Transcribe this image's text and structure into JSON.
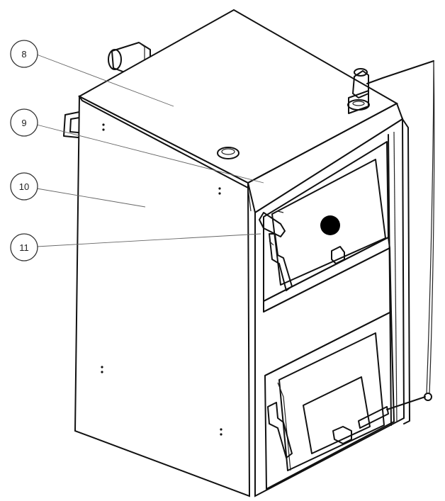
{
  "callouts": [
    {
      "id": "callout-8",
      "label": "8"
    },
    {
      "id": "callout-9",
      "label": "9"
    },
    {
      "id": "callout-10",
      "label": "10"
    },
    {
      "id": "callout-11",
      "label": "11"
    }
  ],
  "colors": {
    "line": "#111111",
    "leader": "#666666",
    "background": "#ffffff",
    "sight_glass": "#000000"
  }
}
